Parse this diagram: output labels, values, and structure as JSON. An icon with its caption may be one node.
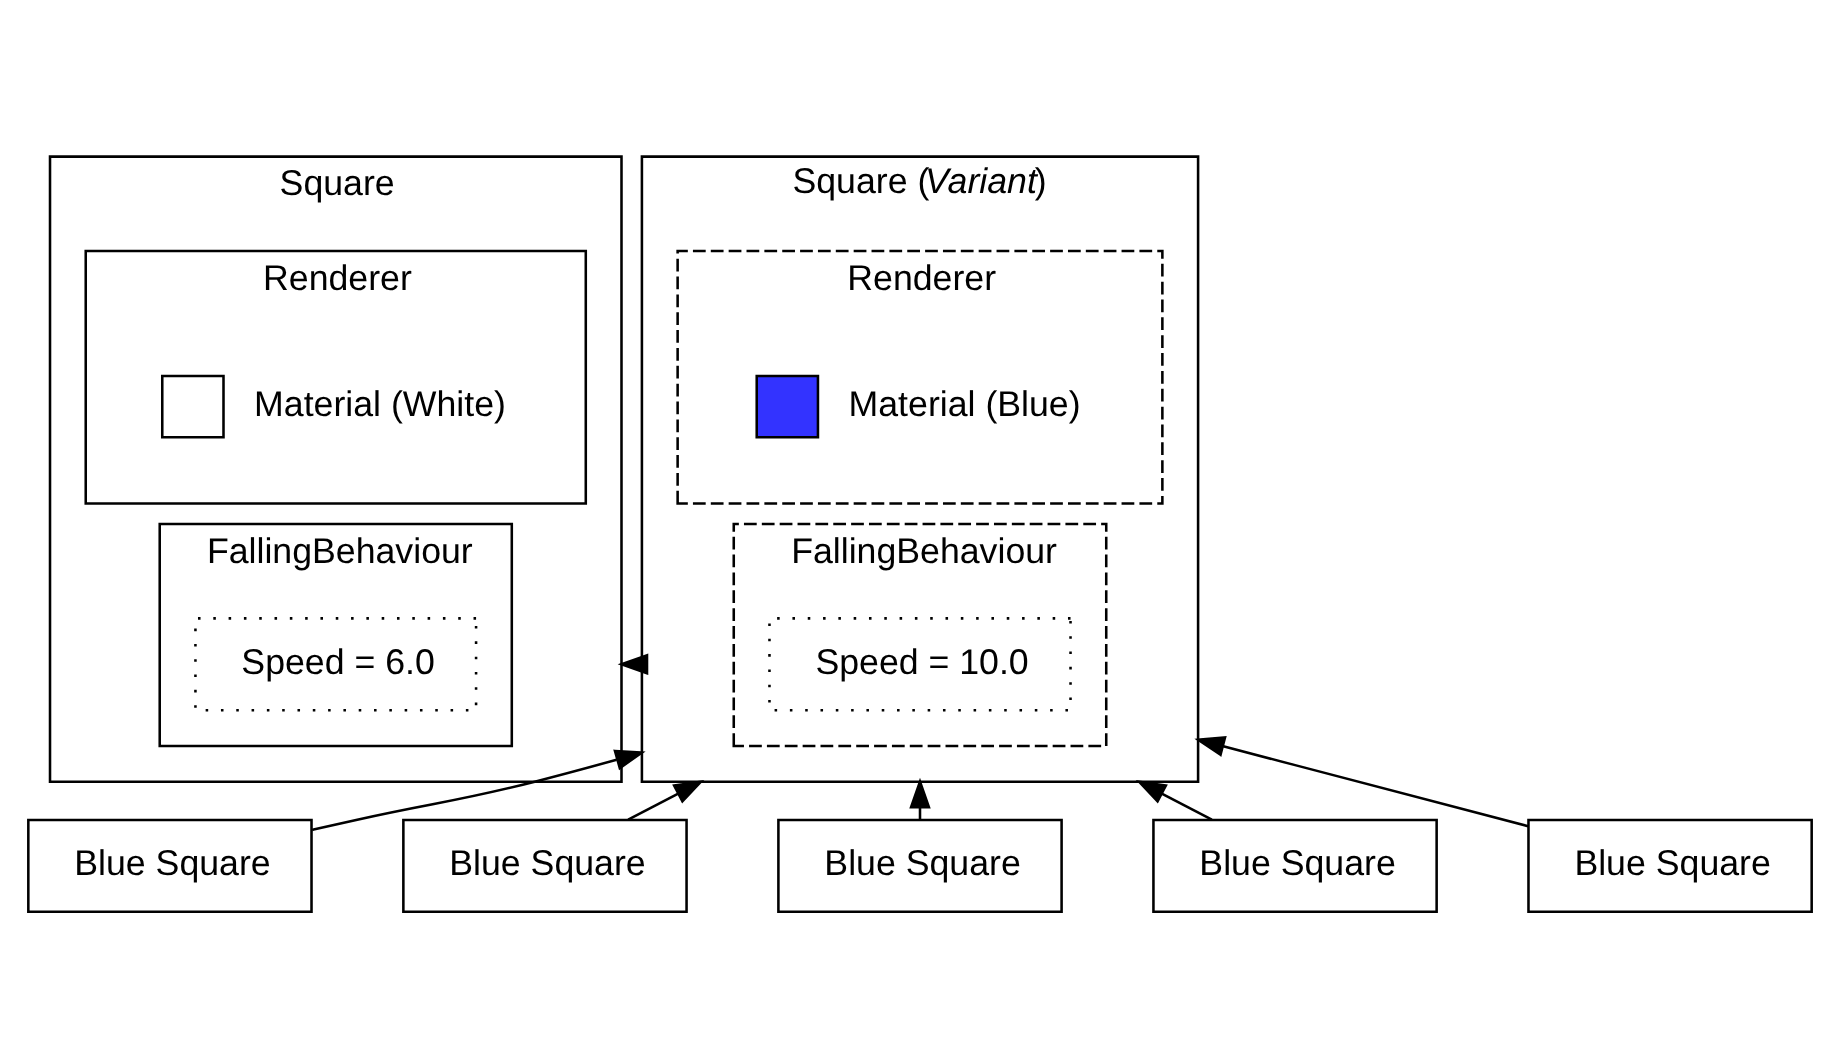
{
  "diagram": {
    "nodes": [
      {
        "text": [
          "Square"
        ]
      },
      {
        "text": [
          "Renderer"
        ],
        "in": 0
      },
      {
        "text": [],
        "shape": "box",
        "beside": [
          "Material (White)"
        ],
        "in": 1
      },
      {
        "text": [
          "FallingBehaviour"
        ],
        "in": 0
      },
      {
        "text": [
          "Speed = 6.0"
        ],
        "in": 3
      },
      {
        "text": [
          "Square (*Variant*)"
        ]
      },
      {
        "text": [
          "Renderer"
        ],
        "in": 5
      },
      {
        "text": [],
        "shape": "box",
        "beside": [
          "Material (Blue)"
        ],
        "in": 6
      },
      {
        "text": [
          "FallingBehaviour"
        ],
        "in": 5
      },
      {
        "text": [
          "Speed = 10.0"
        ],
        "in": 8
      },
      {
        "text": [
          "Blue Square"
        ]
      },
      {
        "text": [
          "Blue Square"
        ]
      },
      {
        "text": [
          "Blue Square"
        ]
      },
      {
        "text": [
          "Blue Square"
        ]
      },
      {
        "text": [
          "Blue Square"
        ]
      }
    ],
    "edges": [
      {
        "from": 5,
        "to": 0,
        "arrow": "to"
      },
      {
        "from": 10,
        "to": 5,
        "arrow": "to"
      },
      {
        "from": 11,
        "to": 5,
        "arrow": "to"
      },
      {
        "from": 12,
        "to": 5,
        "arrow": "to"
      },
      {
        "from": 13,
        "to": 5,
        "arrow": "to"
      },
      {
        "from": 14,
        "to": 5,
        "arrow": "to"
      }
    ]
  }
}
